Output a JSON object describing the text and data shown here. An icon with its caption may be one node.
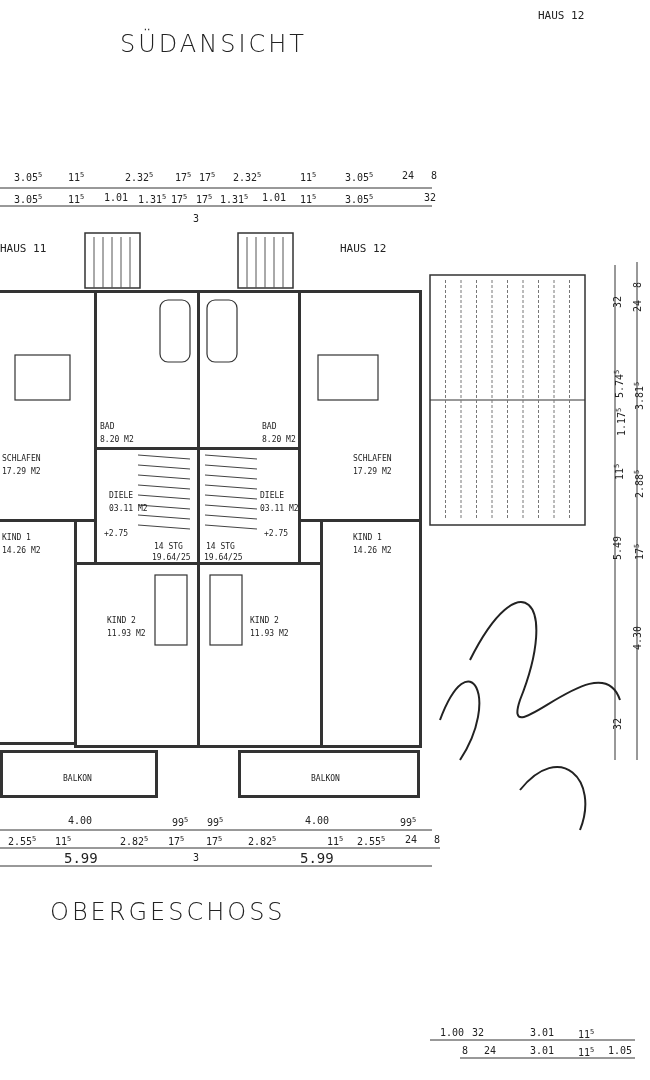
{
  "diagram": {
    "nodes": [
      {
        "text": [
          "SCHLAFEN",
          "17.29 M2"
        ]
      },
      {
        "text": [
          "BAD",
          "8.20 M2"
        ]
      },
      {
        "text": [
          "DIELE",
          "03.11 M2"
        ]
      },
      {
        "text": [
          "BAD",
          "8.20 M2"
        ]
      },
      {
        "text": [
          "DIELE",
          "03.11 M2"
        ]
      },
      {
        "text": [
          "SCHLAFEN",
          "17.29 M2"
        ]
      },
      {
        "text": [
          "KIND 1",
          "14.26 M2"
        ]
      },
      {
        "text": [
          "KIND 2",
          "11.93 M2"
        ]
      },
      {
        "text": [
          "KIND 2",
          "11.93 M2"
        ]
      },
      {
        "text": [
          "KIND 1",
          "14.26 M2"
        ]
      },
      {
        "text": [
          "BALKON"
        ]
      },
      {
        "text": [
          "BALKON"
        ]
      }
    ],
    "edges": [],
    "labels": [
      "HAUS 12",
      "SÜDANSICHT",
      "3.05$^{5}$",
      "11$^{5}$",
      "2.32$^{5}$",
      "17$^{5}$",
      "17$^{5}$",
      "2.32$^{5}$",
      "11$^{5}$",
      "3.05$^{5}$",
      "24",
      "8",
      "3.05$^{5}$",
      "11$^{5}$",
      "1.01",
      "1.31$^{5}$",
      "17$^{5}$",
      "17$^{5}$",
      "1.31$^{5}$",
      "1.01",
      "11$^{5}$",
      "3.05$^{5}$",
      "32",
      "3",
      "HAUS 11",
      "HAUS 12",
      "8",
      "32",
      "24",
      "5.74$^{5}$",
      "3.81$^{5}$",
      "1.17$^{5}$",
      "11$^{5}$",
      "2.88$^{5}$",
      "5.49",
      "17$^{5}$",
      "4.30",
      "32",
      "+2.75",
      "14 STG",
      "19.64/25",
      "14 STG",
      "19.64/25",
      "+2.75",
      "4.00",
      "99$^{5}$",
      "99$^{5}$",
      "4.00",
      "99$^{5}$",
      "2.55$^{5}$",
      "11$^{5}$",
      "2.82$^{5}$",
      "17$^{5}$",
      "17$^{5}$",
      "2.82$^{5}$",
      "11$^{5}$",
      "2.55$^{5}$",
      "24",
      "8",
      "5.99",
      "3",
      "5.99",
      "OBERGESCHOSS",
      "1.00",
      "32",
      "3.01",
      "11$^{5}$",
      "8",
      "24",
      "3.01",
      "11$^{5}$",
      "1.05"
    ]
  }
}
